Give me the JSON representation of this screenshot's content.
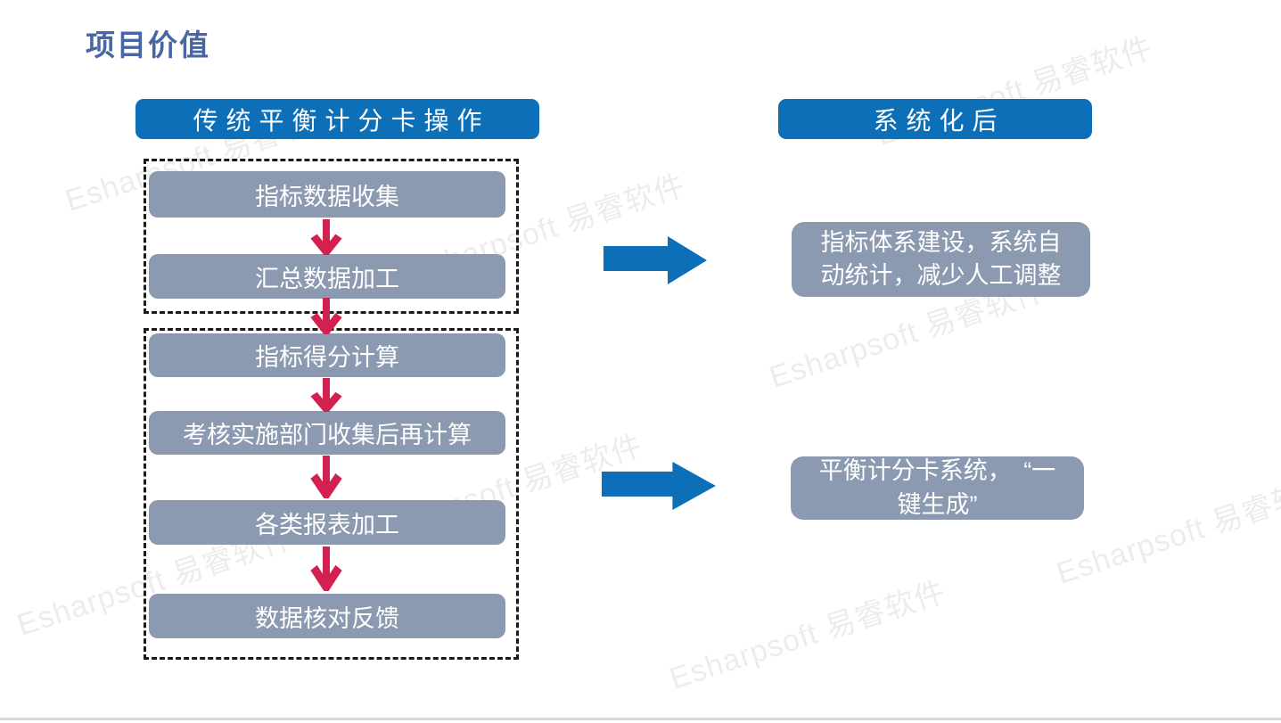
{
  "slide": {
    "title": "项目价值"
  },
  "left_panel": {
    "header": "传统平衡计分卡操作",
    "groups": [
      {
        "steps": [
          "指标数据收集",
          "汇总数据加工"
        ]
      },
      {
        "steps": [
          "指标得分计算",
          "考核实施部门收集后再计算",
          "各类报表加工",
          "数据核对反馈"
        ]
      }
    ]
  },
  "right_panel": {
    "header": "系统化后",
    "results": [
      {
        "lines": [
          "指标体系建设，系统自",
          "动统计，减少人工调整"
        ]
      },
      {
        "lines": [
          "平衡计分卡系统，　“一",
          "键生成”"
        ]
      }
    ]
  },
  "watermark": {
    "text": "Esharpsoft 易睿软件"
  },
  "colors": {
    "accent_blue": "#0d6fb8",
    "box_gray": "#8b99b1",
    "arrow_red": "#d22050",
    "title_blue": "#4866a4",
    "dashed_border": "#1a1a1a",
    "bottom_rule": "#d9d9d9"
  }
}
